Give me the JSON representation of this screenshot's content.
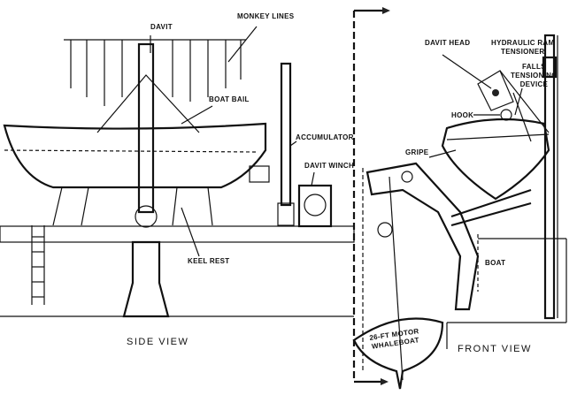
{
  "side_view": {
    "title": "SIDE VIEW",
    "labels": {
      "davit": "DAVIT",
      "monkey_lines": "MONKEY LINES",
      "boat_bail": "BOAT BAIL",
      "accumulator": "ACCUMULATOR",
      "davit_winch": "DAVIT WINCH",
      "keel_rest": "KEEL REST"
    }
  },
  "front_view": {
    "title": "FRONT VIEW",
    "labels": {
      "davit_head": "DAVIT HEAD",
      "hydraulic_ram_tensioner_1": "HYDRAULIC RAM",
      "hydraulic_ram_tensioner_2": "TENSIONER",
      "falls_1": "FALLS",
      "falls_2": "TENSIONING",
      "falls_3": "DEVICE",
      "hook": "HOOK",
      "gripe": "GRIPE",
      "boat": "BOAT",
      "whaleboat_1": "26-FT MOTOR",
      "whaleboat_2": "WHALEBOAT"
    }
  }
}
